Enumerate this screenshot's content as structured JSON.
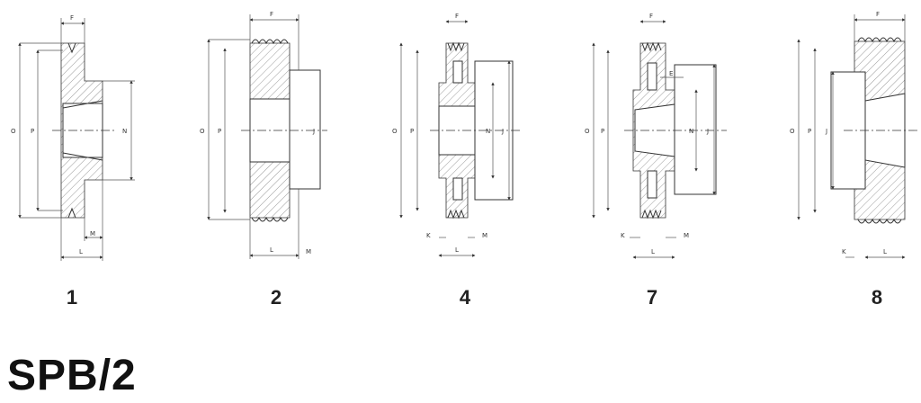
{
  "title": "SPB/2",
  "figures": [
    {
      "number": "1",
      "labels": {
        "F": "F",
        "O": "O",
        "P": "P",
        "N": "N",
        "M": "M",
        "L": "L"
      }
    },
    {
      "number": "2",
      "labels": {
        "F": "F",
        "O": "O",
        "P": "P",
        "J": "J",
        "L": "L",
        "M": "M"
      }
    },
    {
      "number": "4",
      "labels": {
        "F": "F",
        "O": "O",
        "P": "P",
        "N": "N",
        "J": "J",
        "K": "K",
        "M": "M",
        "L": "L"
      }
    },
    {
      "number": "7",
      "labels": {
        "F": "F",
        "E": "E",
        "O": "O",
        "P": "P",
        "N": "N",
        "J": "J",
        "K": "K",
        "M": "M",
        "L": "L"
      }
    },
    {
      "number": "8",
      "labels": {
        "F": "F",
        "O": "O",
        "P": "P",
        "J": "J",
        "K": "K",
        "L": "L"
      }
    }
  ]
}
